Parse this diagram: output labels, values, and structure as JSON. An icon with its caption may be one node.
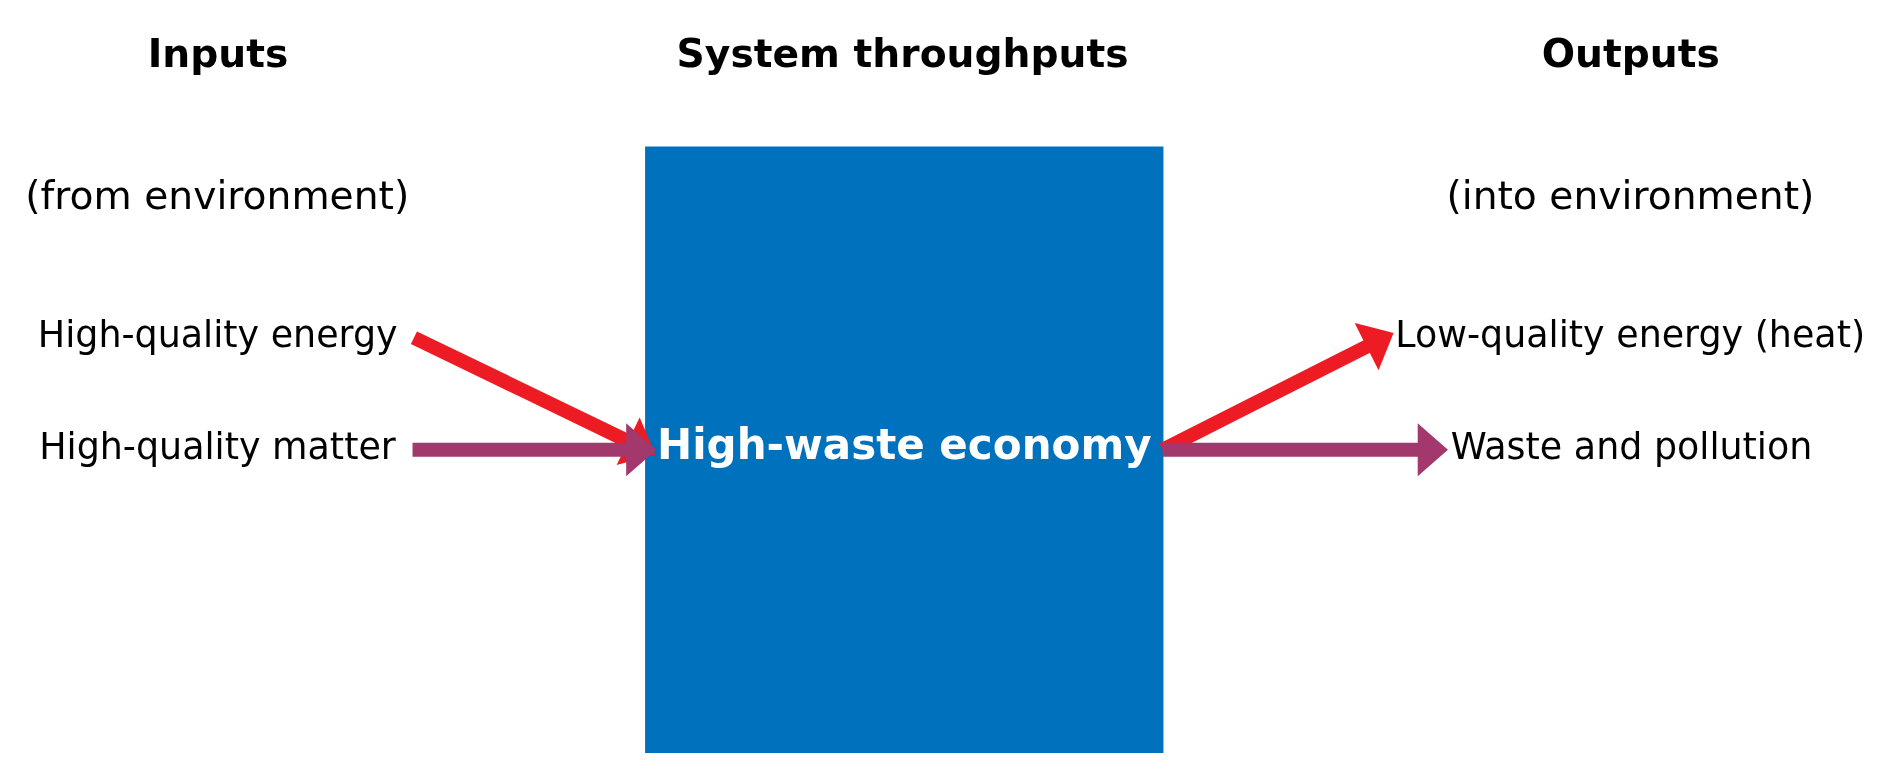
{
  "diagram": {
    "nodes": [
      {
        "text": [
          "High-quality energy"
        ]
      },
      {
        "text": [
          "High-quality matter"
        ]
      },
      {
        "text": [
          "High-waste economy"
        ]
      },
      {
        "text": [
          "Low-quality energy (heat)"
        ]
      },
      {
        "text": [
          "Waste and pollution"
        ]
      }
    ],
    "edges": [
      {
        "from": 0,
        "to": 2,
        "arrow": "to",
        "color": "#ed1c24"
      },
      {
        "from": 1,
        "to": 2,
        "arrow": "to",
        "color": "#a3386c"
      },
      {
        "from": 2,
        "to": 3,
        "arrow": "to",
        "color": "#ed1c24"
      },
      {
        "from": 2,
        "to": 4,
        "arrow": "to",
        "color": "#a3386c"
      }
    ],
    "labels": [
      "Inputs",
      "(from environment)",
      "System throughputs",
      "Outputs",
      "(into environment)"
    ]
  }
}
